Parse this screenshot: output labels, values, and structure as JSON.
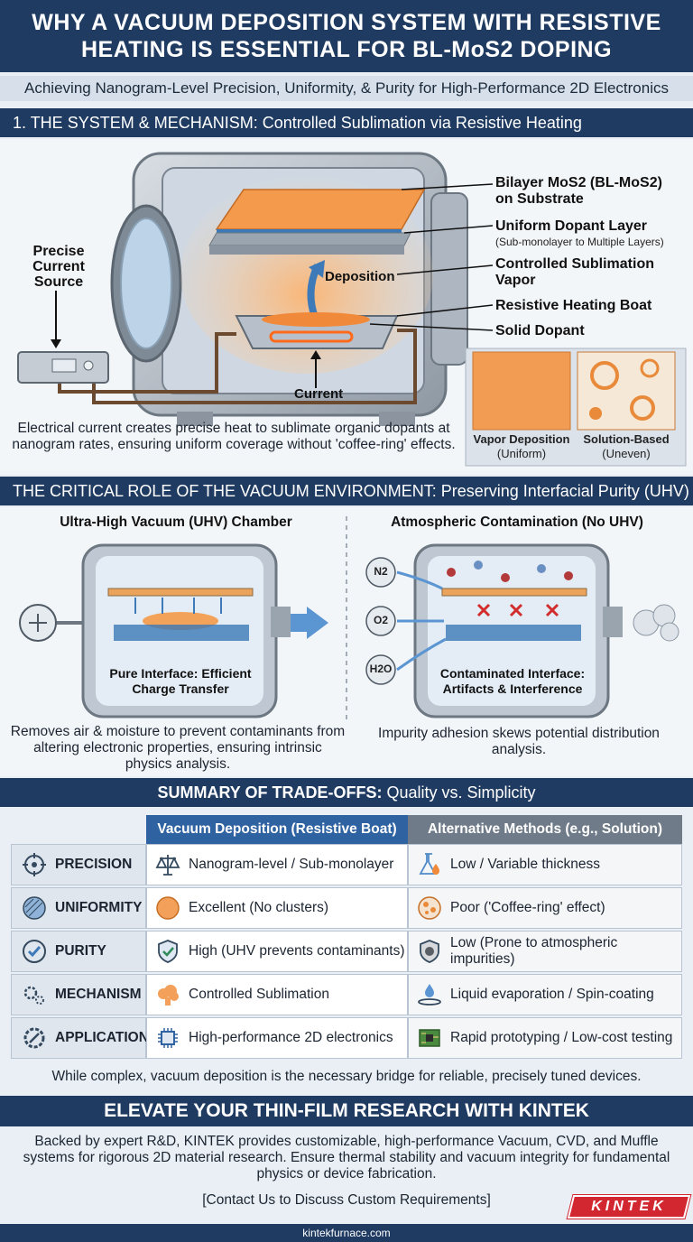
{
  "header": {
    "title": "WHY A VACUUM DEPOSITION SYSTEM WITH RESISTIVE HEATING IS ESSENTIAL FOR BL-MoS2 DOPING",
    "subtitle": "Achieving Nanogram-Level Precision, Uniformity, & Purity for High-Performance 2D Electronics"
  },
  "section1": {
    "heading_bold": "1. THE SYSTEM & MECHANISM:",
    "heading_rest": "Controlled Sublimation via Resistive Heating",
    "labels": {
      "bilayer": "Bilayer MoS2 (BL-MoS2) on Substrate",
      "dopant_layer": "Uniform Dopant Layer",
      "dopant_layer_sub": "(Sub-monolayer to Multiple Layers)",
      "vapor": "Controlled Sublimation Vapor",
      "boat": "Resistive Heating Boat",
      "solid": "Solid Dopant",
      "deposition": "Deposition",
      "current": "Current",
      "source": "Precise Current Source"
    },
    "caption": "Electrical current creates precise heat to sublimate organic dopants at nanogram rates, ensuring uniform coverage without 'coffee-ring' effects.",
    "compare": {
      "left_title": "Vapor Deposition",
      "left_sub": "(Uniform)",
      "right_title": "Solution-Based",
      "right_sub": "(Uneven)"
    }
  },
  "section2": {
    "heading_bold": "THE CRITICAL ROLE OF THE VACUUM ENVIRONMENT:",
    "heading_rest": "Preserving Interfacial Purity (UHV)",
    "left": {
      "title": "Ultra-High Vacuum (UHV) Chamber",
      "inner": "Pure Interface: Efficient Charge Transfer",
      "caption": "Removes air & moisture to prevent contaminants from altering electronic properties, ensuring intrinsic physics analysis."
    },
    "right": {
      "title": "Atmospheric Contamination (No UHV)",
      "inner": "Contaminated Interface: Artifacts & Interference",
      "gases": [
        "N2",
        "O2",
        "H2O"
      ],
      "caption": "Impurity adhesion skews potential distribution analysis."
    }
  },
  "section3": {
    "heading_bold": "SUMMARY OF TRADE-OFFS:",
    "heading_rest": "Quality vs. Simplicity",
    "col_vacuum": "Vacuum Deposition (Resistive Boat)",
    "col_alt": "Alternative Methods (e.g., Solution)",
    "rows": [
      {
        "label": "PRECISION",
        "vacuum": "Nanogram-level / Sub-monolayer",
        "alt": "Low / Variable thickness"
      },
      {
        "label": "UNIFORMITY",
        "vacuum": "Excellent (No clusters)",
        "alt": "Poor ('Coffee-ring' effect)"
      },
      {
        "label": "PURITY",
        "vacuum": "High (UHV prevents contaminants)",
        "alt": "Low (Prone to atmospheric impurities)"
      },
      {
        "label": "MECHANISM",
        "vacuum": "Controlled Sublimation",
        "alt": "Liquid evaporation / Spin-coating"
      },
      {
        "label": "APPLICATION",
        "vacuum": "High-performance 2D electronics",
        "alt": "Rapid prototyping / Low-cost testing"
      }
    ],
    "caption": "While complex, vacuum deposition is the necessary bridge for reliable, precisely tuned devices."
  },
  "section4": {
    "heading": "ELEVATE YOUR THIN-FILM RESEARCH WITH KINTEK",
    "body": "Backed by expert R&D, KINTEK provides customizable, high-performance Vacuum, CVD, and Muffle systems for rigorous 2D material research. Ensure thermal stability and vacuum integrity for fundamental physics or device fabrication.",
    "cta": "[Contact Us to Discuss Custom Requirements]",
    "logo": "KINTEK"
  },
  "footer": {
    "url": "kintekfurnace.com"
  }
}
